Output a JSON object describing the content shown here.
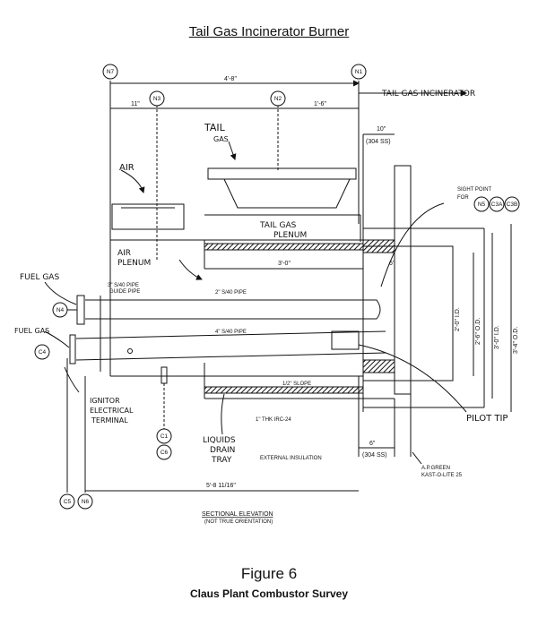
{
  "header": {
    "title": "Tail Gas Incinerator Burner"
  },
  "footer": {
    "figure": "Figure 6",
    "subtitle": "Claus Plant Combustor Survey"
  },
  "nozzles": {
    "n7": "N7",
    "n1": "N1",
    "n3": "N3",
    "n2": "N2",
    "n4": "N4",
    "c4": "C4",
    "c1": "C1",
    "c6": "C6",
    "c5": "C5",
    "n6": "N6",
    "n5": "N5",
    "c3a": "C3A",
    "c3b": "C3B"
  },
  "dimensions": {
    "overall_top": "4'-8\"",
    "left_top": "11\"",
    "right_top": "1'-6\"",
    "ten_inch": "10\"",
    "ss304_top": "(304 SS)",
    "plenum_len": "3'-0\"",
    "six_inch_top": "6\"",
    "id_2": "2'-0\" I.D.",
    "od_2_6": "2'-6\" O.D.",
    "id_3": "3'-0\" I.D.",
    "od_3_4": "3'-4\" O.D.",
    "six_inch_bot": "6\"",
    "ss304_bot": "(304 SS)",
    "bottom_len": "5'-8 11/16\""
  },
  "labels": {
    "tail_gas_incinerator": "TAIL GAS INCINERATOR",
    "tail": "TAIL",
    "gas": "GAS",
    "air": "AIR",
    "tail_gas_plenum_1": "TAIL GAS",
    "tail_gas_plenum_2": "PLENUM",
    "air_plenum_1": "AIR",
    "air_plenum_2": "PLENUM",
    "fuel_gas_1": "FUEL GAS",
    "fuel_gas_2": "FUEL GAS",
    "guide_pipe_1": "3\" S/40 PIPE",
    "guide_pipe_2": "GUIDE PIPE",
    "pipe_2in": "2\" S/40 PIPE",
    "pipe_4in": "4\" S/40 PIPE",
    "sight_point_1": "SIGHT POINT",
    "sight_point_2": "FOR",
    "slope": "1/2\" SLOPE",
    "insulation_thk": "1\" THK IRC-24",
    "ext_insulation": "EXTERNAL INSULATION",
    "ignitor_1": "IGNITOR",
    "ignitor_2": "ELECTRICAL",
    "ignitor_3": "TERMINAL",
    "liquids_1": "LIQUIDS",
    "liquids_2": "DRAIN",
    "liquids_3": "TRAY",
    "pilot_tip": "PILOT TIP",
    "apgreen_1": "A.P.GREEN",
    "apgreen_2": "KAST-O-LITE 25",
    "section_1": "SECTIONAL ELEVATION",
    "section_2": "(NOT TRUE ORIENTATION)"
  }
}
